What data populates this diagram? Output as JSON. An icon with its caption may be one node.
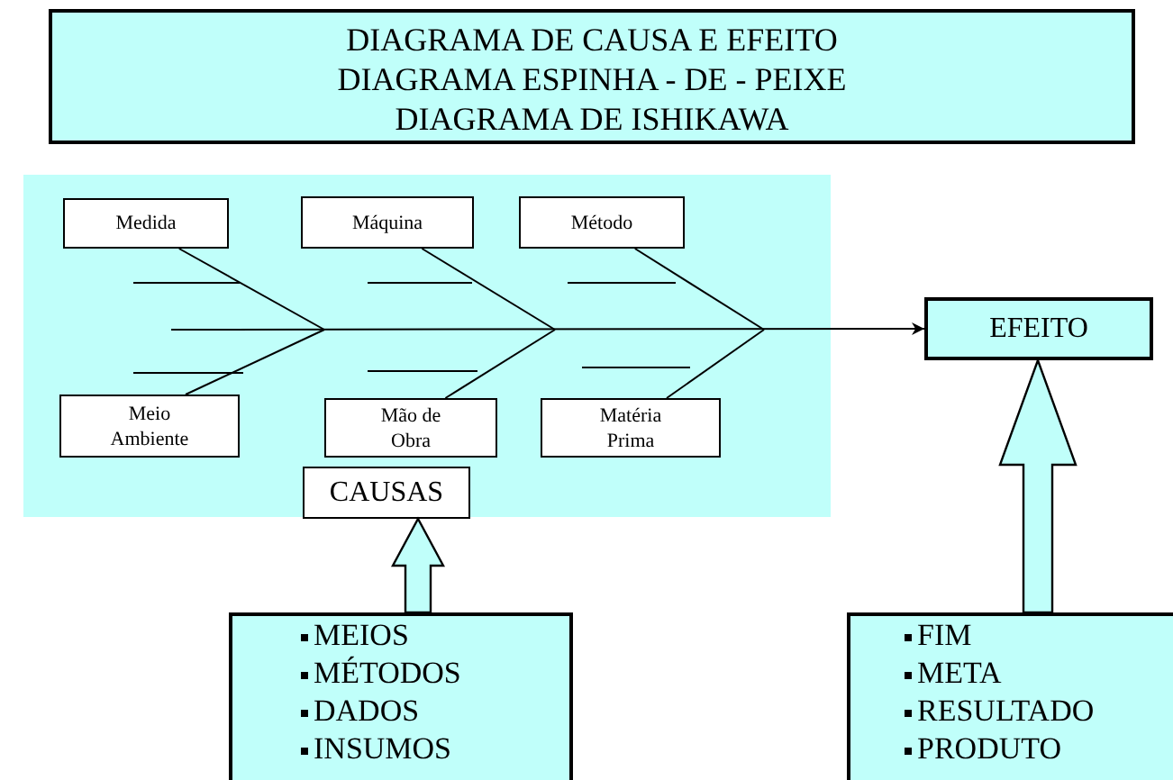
{
  "diagram": {
    "nodes": [
      {
        "text": [
          "DIAGRAMA DE CAUSA E EFEITO",
          "DIAGRAMA ESPINHA - DE - PEIXE",
          "DIAGRAMA DE ISHIKAWA"
        ]
      },
      {
        "text": [],
        "shape": "box"
      },
      {
        "text": [
          "Medida"
        ],
        "in": 1
      },
      {
        "text": [
          "Máquina"
        ],
        "in": 1
      },
      {
        "text": [
          "Método"
        ],
        "in": 1
      },
      {
        "text": [
          "Meio Ambiente"
        ],
        "in": 1
      },
      {
        "text": [
          "Mão de Obra"
        ],
        "in": 1
      },
      {
        "text": [
          "Matéria Prima"
        ],
        "in": 1
      },
      {
        "text": [
          "CAUSAS"
        ],
        "in": 1
      },
      {
        "text": [
          "EFEITO"
        ]
      },
      {
        "text": [
          "MEIOS",
          "MÉTODOS",
          "DADOS",
          "INSUMOS"
        ]
      },
      {
        "text": [
          "FIM",
          "META",
          "RESULTADO",
          "PRODUTO"
        ]
      }
    ],
    "edges": [
      {
        "from": null,
        "to": 9,
        "arrow": "to"
      },
      {
        "from": 2,
        "to": null,
        "arrow": "none"
      },
      {
        "from": 3,
        "to": null,
        "arrow": "none"
      },
      {
        "from": 4,
        "to": null,
        "arrow": "none"
      },
      {
        "from": 5,
        "to": null,
        "arrow": "none"
      },
      {
        "from": 6,
        "to": null,
        "arrow": "none"
      },
      {
        "from": 7,
        "to": null,
        "arrow": "none"
      },
      {
        "from": 10,
        "to": 8,
        "arrow": "to",
        "style": "thick"
      },
      {
        "from": 11,
        "to": 9,
        "arrow": "to",
        "style": "thick"
      }
    ]
  }
}
